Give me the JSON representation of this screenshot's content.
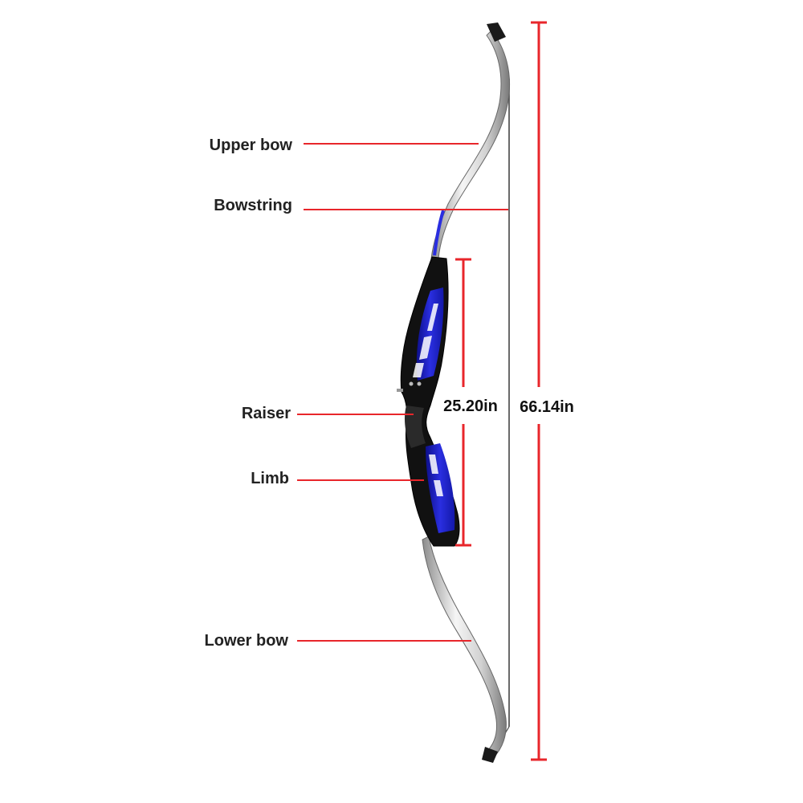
{
  "labels": {
    "upper_bow": "Upper bow",
    "bowstring": "Bowstring",
    "raiser": "Raiser",
    "limb": "Limb",
    "lower_bow": "Lower bow"
  },
  "dimensions": {
    "raiser_length": "25.20in",
    "overall_length": "66.14in"
  },
  "colors": {
    "leader_line": "#e8262b",
    "raiser_accent": "#1c1fc4",
    "raiser_body": "#111111",
    "limb": "#e6e6e6",
    "text": "#222222"
  }
}
